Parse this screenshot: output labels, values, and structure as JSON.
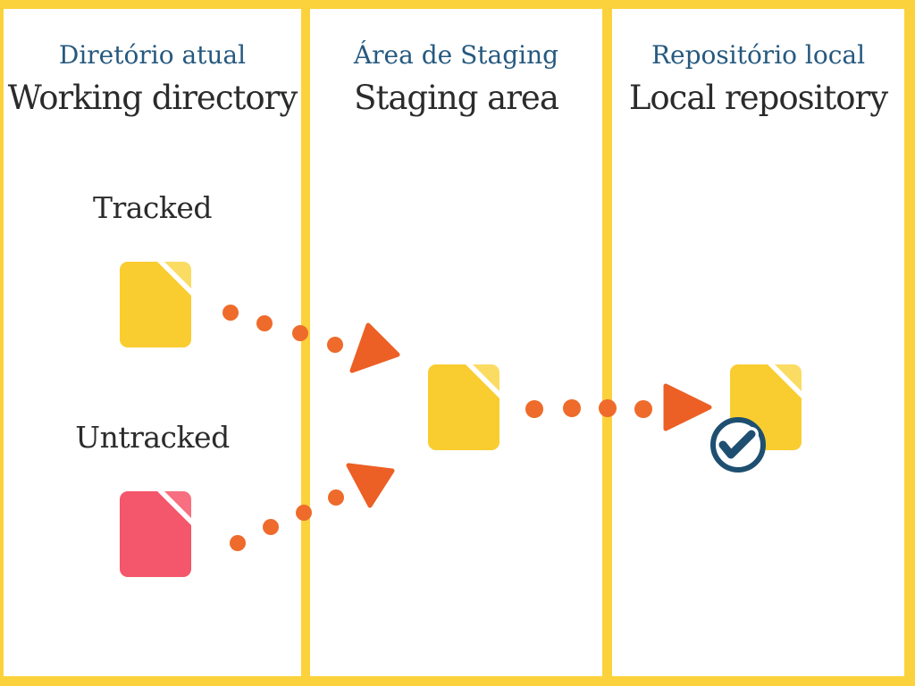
{
  "diagram": {
    "columns": [
      {
        "title_pt": "Diretório atual",
        "title_en": "Working directory"
      },
      {
        "title_pt": "Área de Staging",
        "title_en": "Staging area"
      },
      {
        "title_pt": "Repositório local",
        "title_en": "Local repository"
      }
    ],
    "labels": {
      "tracked": "Tracked",
      "untracked": "Untracked"
    }
  },
  "icons": {
    "tracked_file": "yellow-document-icon",
    "untracked_file": "pink-document-icon",
    "staged_file": "yellow-document-icon",
    "committed_file": "yellow-document-icon",
    "commit_check": "check-circle-icon",
    "add_tracked_flow": "dotted-arrow-icon",
    "add_untracked_flow": "dotted-arrow-icon",
    "commit_flow": "dotted-arrow-icon"
  },
  "colors": {
    "background_yellow": "#FCD23C",
    "panel_white": "#FFFFFF",
    "file_yellow": "#F9CD30",
    "file_yellow_fold": "#FBDC63",
    "file_pink": "#F4566B",
    "file_pink_fold": "#F76F80",
    "dot_orange": "#EE6B2B",
    "arrow_orange": "#EC5F25",
    "check_navy": "#1E4F70",
    "title_blue": "#26597F",
    "text_dark": "#2B2B2B"
  }
}
